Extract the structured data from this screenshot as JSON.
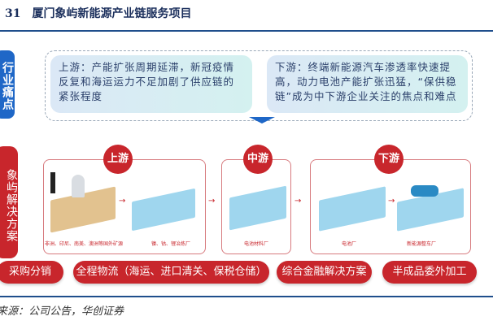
{
  "header": {
    "number": "31",
    "title": "厦门象屿新能源产业链服务项目"
  },
  "pain_points": {
    "tab_label": "行业痛点",
    "upstream": "上游：产能扩张周期延滞，新冠疫情反复和海运运力不足加剧了供应链的紧张程度",
    "downstream": "下游：终端新能源汽车渗透率快速提高，动力电池产能扩张迅猛，“保供稳链”成为中下游企业关注的焦点和难点"
  },
  "solution": {
    "tab_label": "象屿解决方案",
    "stages": [
      {
        "label": "上游",
        "captions": [
          "非洲、印尼、南美、澳洲等国外矿源",
          "镍、钴、锂冶炼厂"
        ]
      },
      {
        "label": "中游",
        "captions": [
          "电池材料厂"
        ]
      },
      {
        "label": "下游",
        "captions": [
          "电池厂",
          "新能源整车厂"
        ]
      }
    ],
    "services": [
      "采购分销",
      "全程物流（海运、进口清关、保税仓储）",
      "综合金融解决方案",
      "半成品委外加工"
    ]
  },
  "footer": {
    "source": "资料来源：公司公告，华创证券"
  },
  "colors": {
    "blue": "#1f67c7",
    "red": "#c8262c",
    "navy": "#1f4e8c"
  }
}
